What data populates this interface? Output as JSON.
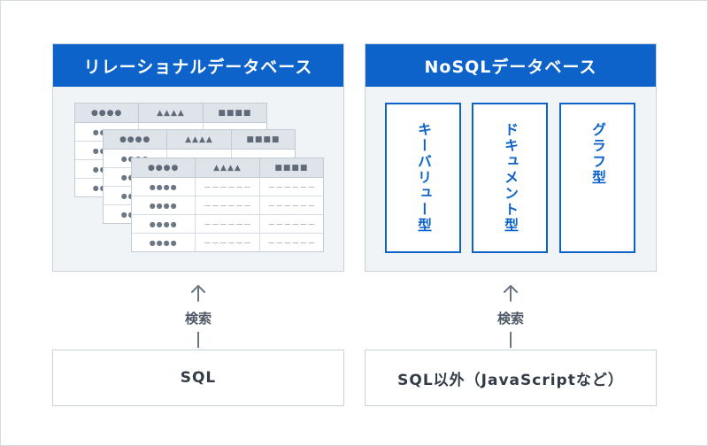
{
  "relational": {
    "title": "リレーショナルデータベース",
    "table": {
      "headers": [
        "●●●●",
        "▲▲▲▲",
        "■■■■"
      ],
      "row_key": "●●●●",
      "row_value": "－－－－－－",
      "row_count": 4
    }
  },
  "nosql": {
    "title": "NoSQLデータベース",
    "types": [
      "キーバリュー型",
      "ドキュメント型",
      "グラフ型"
    ]
  },
  "connectors": {
    "left_label": "検索",
    "right_label": "検索"
  },
  "query": {
    "left": "SQL",
    "right": "SQL以外（JavaScriptなど）"
  },
  "colors": {
    "accent": "#0d63c9",
    "panel_bg": "#f1f4f7",
    "border": "#c9d2dc"
  }
}
